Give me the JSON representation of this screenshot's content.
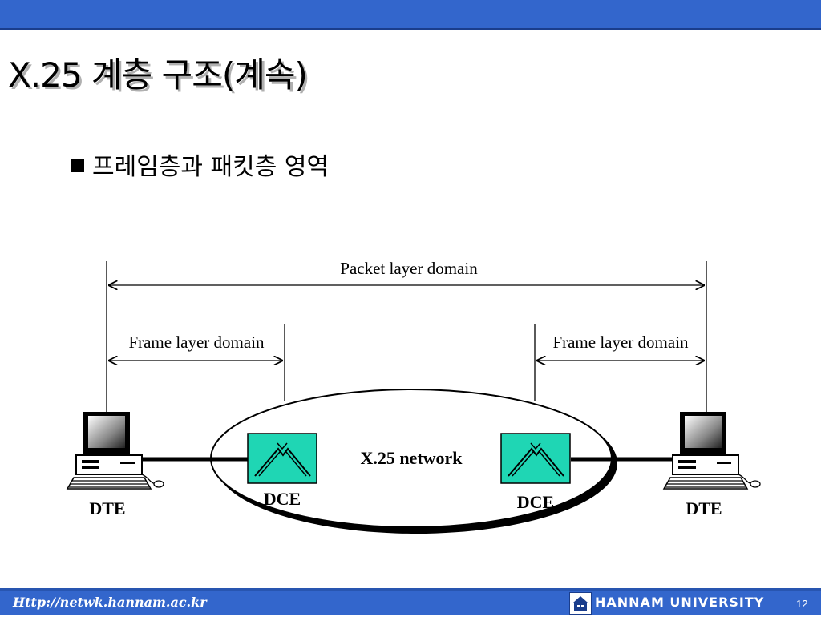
{
  "slide": {
    "title": "X.25 계층 구조(계속)",
    "bullet": "프레임층과 패킷층 영역"
  },
  "diagram": {
    "packet_domain_label": "Packet layer domain",
    "frame_domain_left_label": "Frame layer domain",
    "frame_domain_right_label": "Frame layer domain",
    "network_label": "X.25 network",
    "dce_left_label": "DCE",
    "dce_right_label": "DCE",
    "dte_left_label": "DTE",
    "dte_right_label": "DTE",
    "dce_color": "#1fd6b4"
  },
  "footer": {
    "url": "Http://netwk.hannam.ac.kr",
    "university": "HANNAM  UNIVERSITY",
    "page_number": "12"
  }
}
